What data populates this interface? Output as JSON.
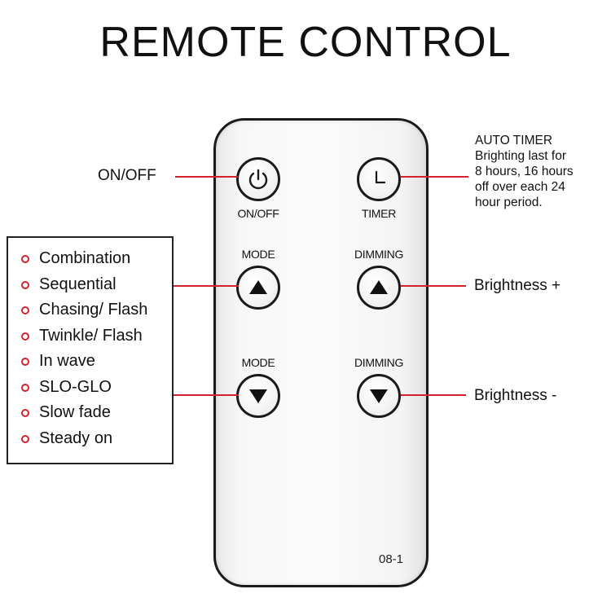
{
  "title": "REMOTE CONTROL",
  "remote": {
    "model": "08-1",
    "buttons": {
      "onoff": {
        "label": "ON/OFF",
        "icon": "power-icon"
      },
      "timer": {
        "label": "TIMER",
        "icon": "clock-icon"
      },
      "mode_up": {
        "label": "MODE",
        "icon": "triangle-up-icon"
      },
      "dimming_up": {
        "label": "DIMMING",
        "icon": "triangle-up-icon"
      },
      "mode_down": {
        "label": "MODE",
        "icon": "triangle-down-icon"
      },
      "dimming_down": {
        "label": "DIMMING",
        "icon": "triangle-down-icon"
      }
    }
  },
  "callouts": {
    "onoff": "ON/OFF",
    "brightness_plus": "Brightness +",
    "brightness_minus": "Brightness -",
    "auto_timer": {
      "lines": [
        "AUTO TIMER",
        "Brighting last for",
        "8 hours, 16 hours",
        "off over each 24",
        "hour period."
      ]
    }
  },
  "modes": [
    "Combination",
    "Sequential",
    "Chasing/ Flash",
    "Twinkle/ Flash",
    "In wave",
    "SLO-GLO",
    "Slow fade",
    "Steady on"
  ],
  "colors": {
    "leader_line": "#d2232a",
    "button_outline": "#1a1a1a",
    "remote_body": "#f7f7f7"
  }
}
